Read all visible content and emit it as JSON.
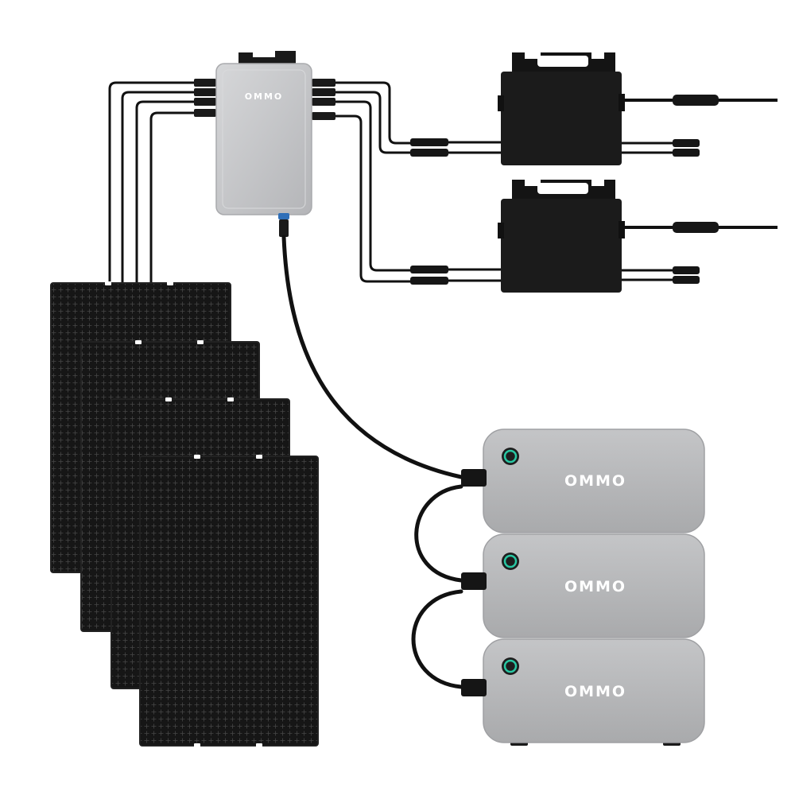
{
  "brand": {
    "hub_label": "OMMO",
    "battery_label": "OMMO"
  },
  "components": {
    "solar_panels": 4,
    "microinverters": 2,
    "battery_modules": 3,
    "junction_hub": 1
  },
  "colors": {
    "panel_fill": "#161616",
    "panel_grid": "#3c3c3c",
    "inverter_fill": "#1b1b1b",
    "hub_fill": "#c3c4c6",
    "battery_fill": "#b7b8ba",
    "battery_text": "#ffffff",
    "indicator_ring": "#29c7a3",
    "cable": "#111111",
    "background": "#ffffff"
  },
  "icons": {
    "battery_status": "power-indicator-icon"
  }
}
